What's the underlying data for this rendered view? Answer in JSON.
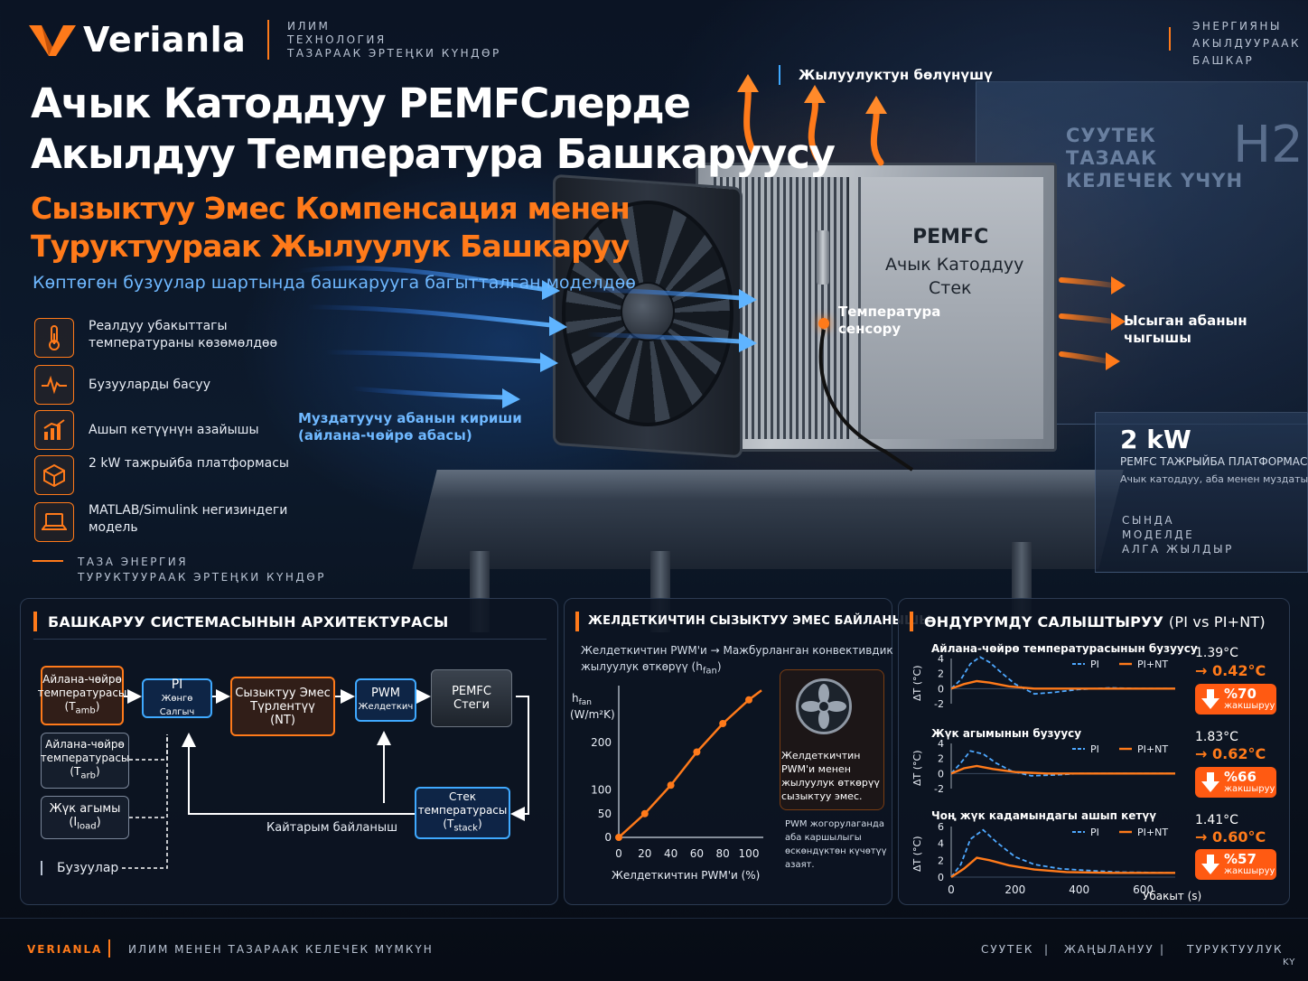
{
  "header": {
    "brand": "Verianla",
    "tagline": [
      "ИЛИМ",
      "ТЕХНОЛОГИЯ",
      "ТАЗАРААК ЭРТЕҢКИ КҮНДӨР"
    ],
    "top_right": [
      "ЭНЕРГИЯНЫ",
      "АКЫЛДУУРААК",
      "БАШКАР"
    ]
  },
  "title": {
    "line1": "Ачык Катоддуу PEMFCлерде",
    "line2": "Акылдуу Температура Башкаруусу",
    "sub1": "Сызыктуу Эмес Компенсация менен",
    "sub2": "Туруктуураак Жылуулук Башкаруу",
    "sub3": "Көптөгөн бузуулар шартында башкарууга багытталган моделдөө"
  },
  "features": [
    {
      "icon": "thermometer-icon",
      "text": "Реалдуу убакыттагы температураны көзөмөлдөө"
    },
    {
      "icon": "pulse-icon",
      "text": "Бузууларды басуу"
    },
    {
      "icon": "bar-chart-icon",
      "text": "Ашып кетүүнүн азайышы"
    },
    {
      "icon": "cube-icon",
      "text": "2 kW тажрыйба платформасы"
    },
    {
      "icon": "laptop-icon",
      "text": "MATLAB/Simulink негизиндеги модель"
    }
  ],
  "clean_energy": [
    "ТАЗА ЭНЕРГИЯ",
    "ТУРУКТУУРААК ЭРТЕҢКИ КҮНДӨР"
  ],
  "scene": {
    "heat": "Жылуулуктун бөлүнүшү",
    "stack_title": "PEMFC",
    "stack_sub1": "Ачык Катоддуу",
    "stack_sub2": "Стек",
    "temp_sensor": [
      "Температура",
      "сенсору"
    ],
    "cooling_air": [
      "Муздатуучу абанын кириши",
      "(айлана-чөйрө абасы)"
    ],
    "exhaust": [
      "Ысыган абанын",
      "чыгышы"
    ],
    "h2_lines": [
      "СУУТЕК",
      "ТАЗААК",
      "КЕЛЕЧЕК ҮЧҮН"
    ],
    "h2": "H2",
    "kw_big": "2 kW",
    "kw_1": "PEMFC ТАЖРЫЙБА ПЛАТФОРМАСЫ",
    "kw_2": "Ачык катоддуу, аба менен муздатылуучу",
    "kw_3": [
      "СЫНДА",
      "МОДЕЛДЕ",
      "АЛГА ЖЫЛДЫР"
    ]
  },
  "panel1": {
    "title": "БАШКАРУУ СИСТЕМАСЫНЫН АРХИТЕКТУРАСЫ",
    "amb_ref": [
      "Айлана-чөйрө",
      "температурасы",
      "(T"
    ],
    "amb_ref_sub": "amb",
    "pi": [
      "PI",
      "Жөнгө Салгыч"
    ],
    "nt": [
      "Сызыктуу Эмес",
      "Түрлентүү",
      "(NT)"
    ],
    "pwm": [
      "PWM",
      "Желдеткич"
    ],
    "stack": [
      "PEMFC",
      "Стеги"
    ],
    "amb_dist": [
      "Айлана-чөйрө",
      "температурасы",
      "(T"
    ],
    "amb_dist_sub": "arb",
    "load": [
      "Жүк агымы",
      "(I"
    ],
    "load_sub": "load",
    "stack_temp": [
      "Стек",
      "температурасы",
      "(T"
    ],
    "stack_temp_sub": "stack",
    "feedback": "Кайтарым байланыш",
    "disturb": "Бузуулар"
  },
  "panel2": {
    "title": "ЖЕЛДЕТКИЧТИН СЫЗЫКТУУ ЭМЕС БАЙЛАНЫШЫ",
    "desc": [
      "Желдеткичтин PWM'и → Мажбурланган конвективдик",
      "жылуулук өткөрүү (h"
    ],
    "desc_sub": "fan",
    "note1": [
      "Желдеткичтин",
      "PWM'и менен",
      "жылуулук өткөрүү",
      "сызыктуу эмес."
    ],
    "note2": [
      "PWM жогорулаганда",
      "аба каршылыгы",
      "өскөндүктөн күчөтүү",
      "азаят."
    ]
  },
  "panel3": {
    "title": "ӨНДҮРҮМДҮ САЛЫШТЫРУУ",
    "title_suffix": "(PI vs PI+NT)",
    "rows": [
      {
        "label": "Айлана-чөйрө температурасынын бузуусу",
        "old": "1.39°C",
        "new": "→ 0.42°C",
        "pct": "%70",
        "w": "жакшыруу"
      },
      {
        "label": "Жүк агымынын бузуусу",
        "old": "1.83°C",
        "new": "→ 0.62°C",
        "pct": "%66",
        "w": "жакшыруу"
      },
      {
        "label": "Чоң жүк кадамындагы ашып кетүү",
        "old": "1.41°C",
        "new": "→ 0.60°C",
        "pct": "%57",
        "w": "жакшыруу"
      }
    ],
    "x_label": "Убакыт (s)"
  },
  "chart_data": [
    {
      "type": "line",
      "title": "",
      "xlabel": "Желдеткичтин PWM'и (%)",
      "ylabel": "h",
      "ylabel_sub": "fan",
      "yunit": "(W/m²K)",
      "x": [
        0,
        20,
        40,
        60,
        80,
        100
      ],
      "series": [
        {
          "values": [
            0,
            50,
            110,
            180,
            240,
            290
          ]
        }
      ],
      "y_ticks": [
        0,
        50,
        100,
        200
      ],
      "x_ticks": [
        0,
        20,
        40,
        60,
        80,
        100
      ],
      "color": "#ff7a1a"
    },
    {
      "type": "line",
      "ylabel": "ΔT (°C)",
      "y_ticks": [
        -2,
        0,
        2,
        4
      ],
      "ylim": [
        -2,
        4
      ],
      "xlim": [
        0,
        700
      ],
      "series": [
        {
          "name": "PI",
          "x": [
            0,
            30,
            60,
            90,
            120,
            160,
            200,
            260,
            320,
            400,
            500,
            600,
            700
          ],
          "values": [
            0,
            1.2,
            3.3,
            4.2,
            3.5,
            2.0,
            0.6,
            -0.7,
            -0.5,
            -0.1,
            0.1,
            0,
            0
          ]
        },
        {
          "name": "PI+NT",
          "x": [
            0,
            40,
            80,
            120,
            180,
            260,
            400,
            700
          ],
          "values": [
            0,
            0.6,
            1.0,
            0.8,
            0.3,
            0.0,
            0.0,
            0.0
          ]
        }
      ]
    },
    {
      "type": "line",
      "ylabel": "ΔT (°C)",
      "y_ticks": [
        -2,
        0,
        2,
        4
      ],
      "ylim": [
        -2,
        4
      ],
      "xlim": [
        0,
        700
      ],
      "series": [
        {
          "name": "PI",
          "x": [
            0,
            30,
            60,
            100,
            140,
            190,
            250,
            320,
            400,
            500,
            700
          ],
          "values": [
            0,
            1.4,
            3.0,
            2.6,
            1.4,
            0.3,
            -0.3,
            -0.2,
            0,
            0,
            0
          ]
        },
        {
          "name": "PI+NT",
          "x": [
            0,
            40,
            80,
            130,
            200,
            300,
            700
          ],
          "values": [
            0,
            0.7,
            1.0,
            0.6,
            0.2,
            0.0,
            0.0
          ]
        }
      ]
    },
    {
      "type": "line",
      "ylabel": "ΔT (°C)",
      "y_ticks": [
        0,
        2,
        4,
        6
      ],
      "ylim": [
        0,
        6
      ],
      "xlim": [
        0,
        700
      ],
      "x_ticks": [
        0,
        200,
        400,
        600
      ],
      "series": [
        {
          "name": "PI",
          "x": [
            0,
            30,
            60,
            100,
            140,
            200,
            260,
            340,
            420,
            520,
            700
          ],
          "values": [
            0,
            1.5,
            4.5,
            5.6,
            4.2,
            2.4,
            1.5,
            1.0,
            0.8,
            0.6,
            0.5
          ]
        },
        {
          "name": "PI+NT",
          "x": [
            0,
            40,
            80,
            120,
            180,
            260,
            360,
            500,
            700
          ],
          "values": [
            0,
            1.0,
            2.3,
            2.0,
            1.4,
            0.9,
            0.6,
            0.5,
            0.5
          ]
        }
      ]
    }
  ],
  "footer": {
    "brand": "VERIANLA",
    "motto": "ИЛИМ МЕНЕН ТАЗАРААК КЕЛЕЧЕК МҮМКҮН",
    "r1": "СУУТЕК",
    "r2": "ЖАҢЫЛАНУУ",
    "r3": "ТУРУКТУУЛУК",
    "lang": "KY"
  },
  "colors": {
    "accent": "#ff7a1a",
    "blue": "#3fa9ff",
    "pi_dash": "#4ea8ff"
  }
}
